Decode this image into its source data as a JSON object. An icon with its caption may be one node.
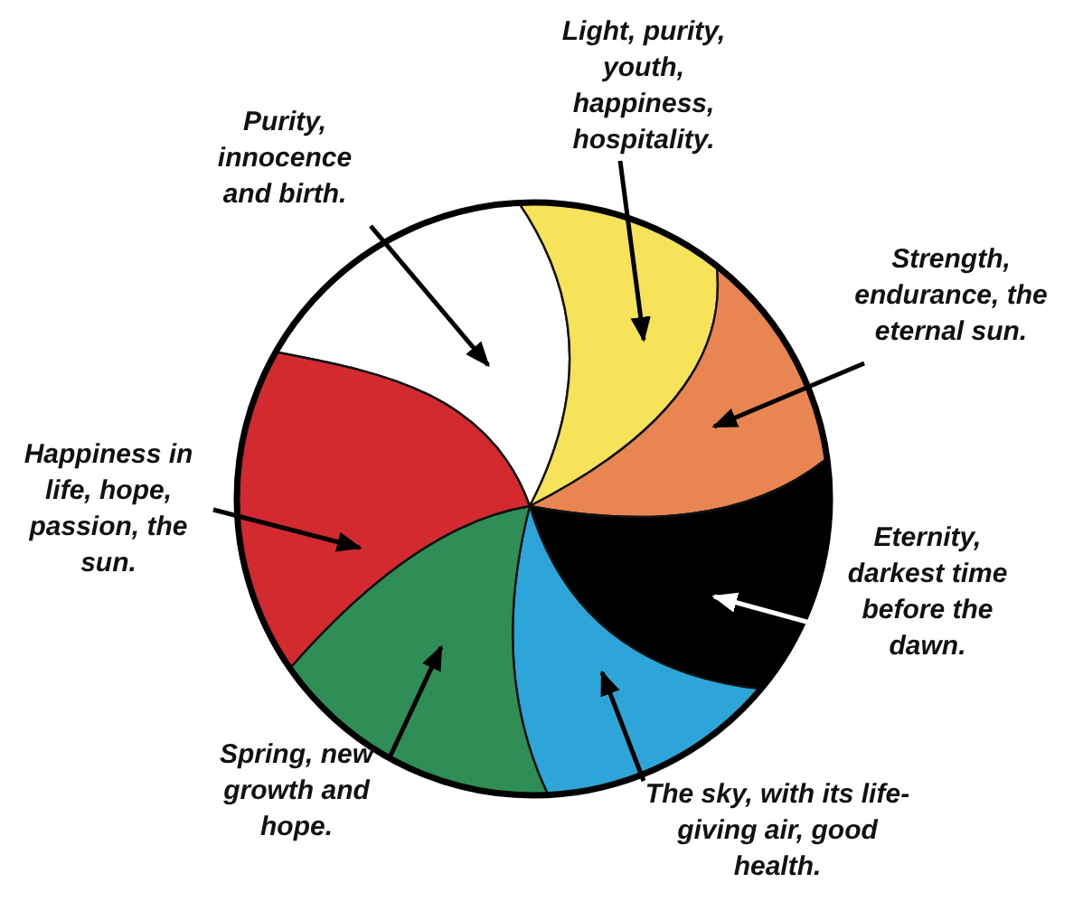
{
  "diagram": {
    "nodes": [
      {
        "text": [
          "Light, purity, youth, happiness, hospitality."
        ]
      },
      {
        "text": [
          "Purity, innocence and birth."
        ]
      },
      {
        "text": [
          "Strength, endurance, the eternal sun."
        ]
      },
      {
        "text": [
          "Happiness in life, hope, passion, the sun."
        ]
      },
      {
        "text": [
          "Eternity, darkest time before the dawn."
        ]
      },
      {
        "text": [
          "Spring, new growth and hope."
        ]
      },
      {
        "text": [
          "The sky, with its life-giving air, good health."
        ]
      },
      {
        "text": [],
        "shape": "wedge"
      },
      {
        "text": [],
        "shape": "wedge"
      },
      {
        "text": [],
        "shape": "wedge"
      },
      {
        "text": [],
        "shape": "wedge"
      },
      {
        "text": [],
        "shape": "wedge"
      },
      {
        "text": [],
        "shape": "wedge"
      },
      {
        "text": [],
        "shape": "wedge"
      }
    ],
    "edges": [
      {
        "from": 1,
        "to": 7,
        "arrow": "to"
      },
      {
        "from": 0,
        "to": 8,
        "arrow": "to"
      },
      {
        "from": 2,
        "to": 9,
        "arrow": "to"
      },
      {
        "from": 4,
        "to": 10,
        "arrow": "to",
        "color": "#ffffff"
      },
      {
        "from": 6,
        "to": 11,
        "arrow": "to"
      },
      {
        "from": 5,
        "to": 12,
        "arrow": "to"
      },
      {
        "from": 3,
        "to": 13,
        "arrow": "to"
      }
    ]
  }
}
